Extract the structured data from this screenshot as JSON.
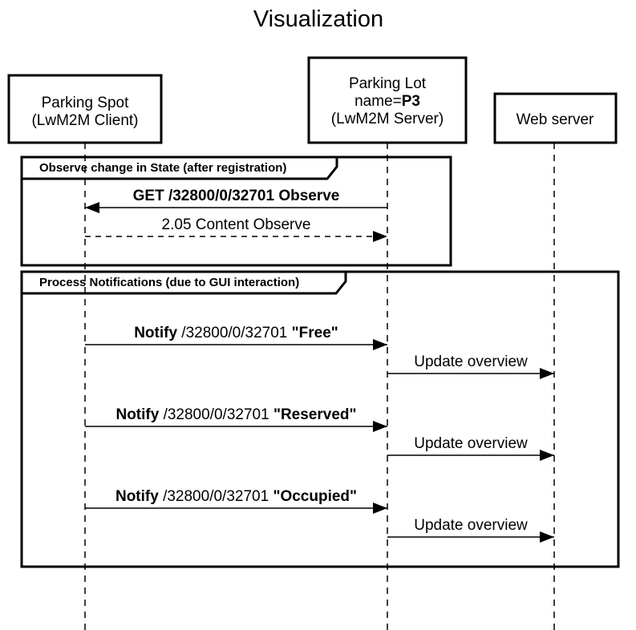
{
  "title": "Visualization",
  "participants": [
    {
      "id": "client",
      "lines": [
        [
          "Parking Spot"
        ],
        [
          "(LwM2M Client)"
        ]
      ]
    },
    {
      "id": "server",
      "lines": [
        [
          "Parking Lot"
        ],
        [
          "name=",
          "P3"
        ],
        [
          "(LwM2M Server)"
        ]
      ]
    },
    {
      "id": "web",
      "lines": [
        [
          "Web server"
        ]
      ]
    }
  ],
  "fragments": [
    {
      "label": "Observe change in State  (after registration)"
    },
    {
      "label": "Process Notifications (due to GUI interaction)"
    }
  ],
  "messages": [
    {
      "from": "server",
      "to": "client",
      "style": "solid",
      "label": [
        {
          "t": "GET /32800/0/32701 Observe",
          "b": true
        }
      ]
    },
    {
      "from": "client",
      "to": "server",
      "style": "dashed",
      "label": [
        {
          "t": "2.05 Content Observe",
          "b": false
        }
      ]
    },
    {
      "from": "client",
      "to": "server",
      "style": "solid",
      "label": [
        {
          "t": "Notify",
          "b": true
        },
        {
          "t": " /32800/0/32701 ",
          "b": false
        },
        {
          "t": "\"Free\"",
          "b": true
        }
      ]
    },
    {
      "from": "server",
      "to": "web",
      "style": "solid",
      "label": [
        {
          "t": "Update overview",
          "b": false
        }
      ]
    },
    {
      "from": "client",
      "to": "server",
      "style": "solid",
      "label": [
        {
          "t": "Notify",
          "b": true
        },
        {
          "t": " /32800/0/32701 ",
          "b": false
        },
        {
          "t": "\"Reserved\"",
          "b": true
        }
      ]
    },
    {
      "from": "server",
      "to": "web",
      "style": "solid",
      "label": [
        {
          "t": "Update overview",
          "b": false
        }
      ]
    },
    {
      "from": "client",
      "to": "server",
      "style": "solid",
      "label": [
        {
          "t": "Notify",
          "b": true
        },
        {
          "t": " /32800/0/32701 ",
          "b": false
        },
        {
          "t": "\"Occupied\"",
          "b": true
        }
      ]
    },
    {
      "from": "server",
      "to": "web",
      "style": "solid",
      "label": [
        {
          "t": "Update overview",
          "b": false
        }
      ]
    }
  ]
}
